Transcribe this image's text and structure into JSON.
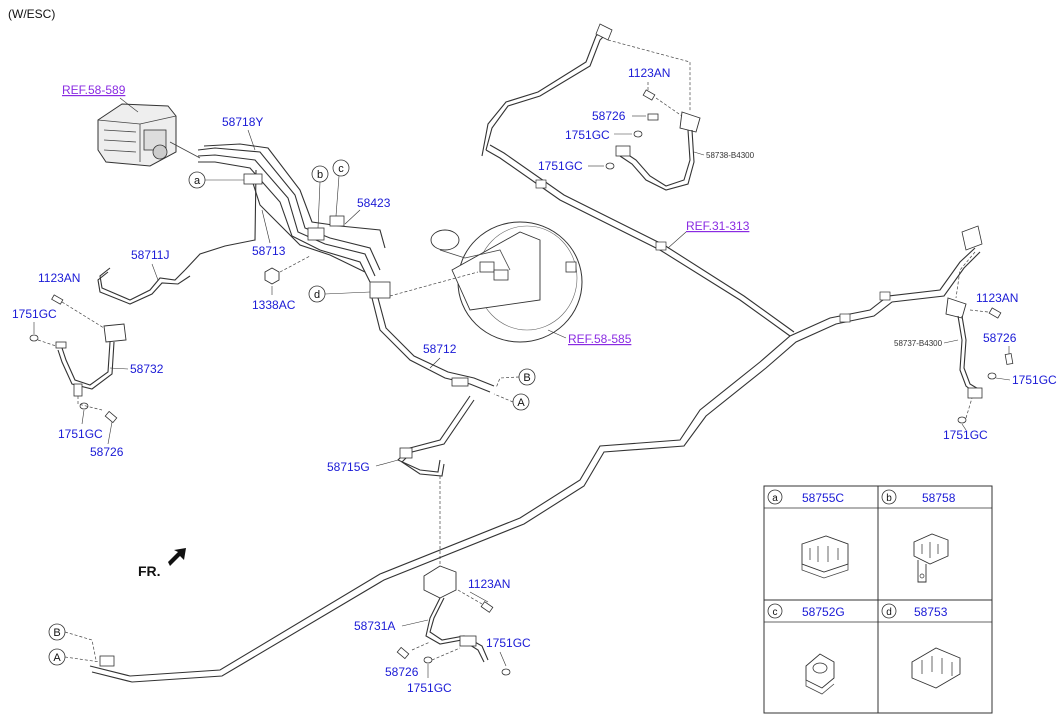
{
  "header": {
    "variant": "(W/ESC)"
  },
  "direction": {
    "label": "FR."
  },
  "refs": {
    "abs_module": "REF.58-589",
    "brake_booster": "REF.58-585",
    "fuel_line": "REF.31-313"
  },
  "labels": {
    "p58718Y": "58718Y",
    "p58713": "58713",
    "p58423": "58423",
    "p1338AC": "1338AC",
    "p58711J": "58711J",
    "p1123AN_left": "1123AN",
    "p1751GC_left_top": "1751GC",
    "p58732": "58732",
    "p1751GC_left_bot": "1751GC",
    "p58726_left": "58726",
    "p58712": "58712",
    "p58715G": "58715G",
    "p1123AN_top": "1123AN",
    "p58726_top": "58726",
    "p1751GC_top1": "1751GC",
    "p1751GC_top2": "1751GC",
    "p58738": "58738-B4300",
    "p1123AN_right": "1123AN",
    "p58726_right": "58726",
    "p58737": "58737-B4300",
    "p1751GC_right1": "1751GC",
    "p1751GC_right2": "1751GC",
    "p1123AN_bottom": "1123AN",
    "p58731A": "58731A",
    "p1751GC_bottom1": "1751GC",
    "p58726_bottom": "58726",
    "p1751GC_bottom2": "1751GC"
  },
  "callouts": {
    "a": "a",
    "b": "b",
    "c": "c",
    "d": "d",
    "A": "A",
    "B": "B"
  },
  "legend": {
    "cells": [
      {
        "letter": "a",
        "part": "58755C"
      },
      {
        "letter": "b",
        "part": "58758"
      },
      {
        "letter": "c",
        "part": "58752G"
      },
      {
        "letter": "d",
        "part": "58753"
      }
    ]
  }
}
